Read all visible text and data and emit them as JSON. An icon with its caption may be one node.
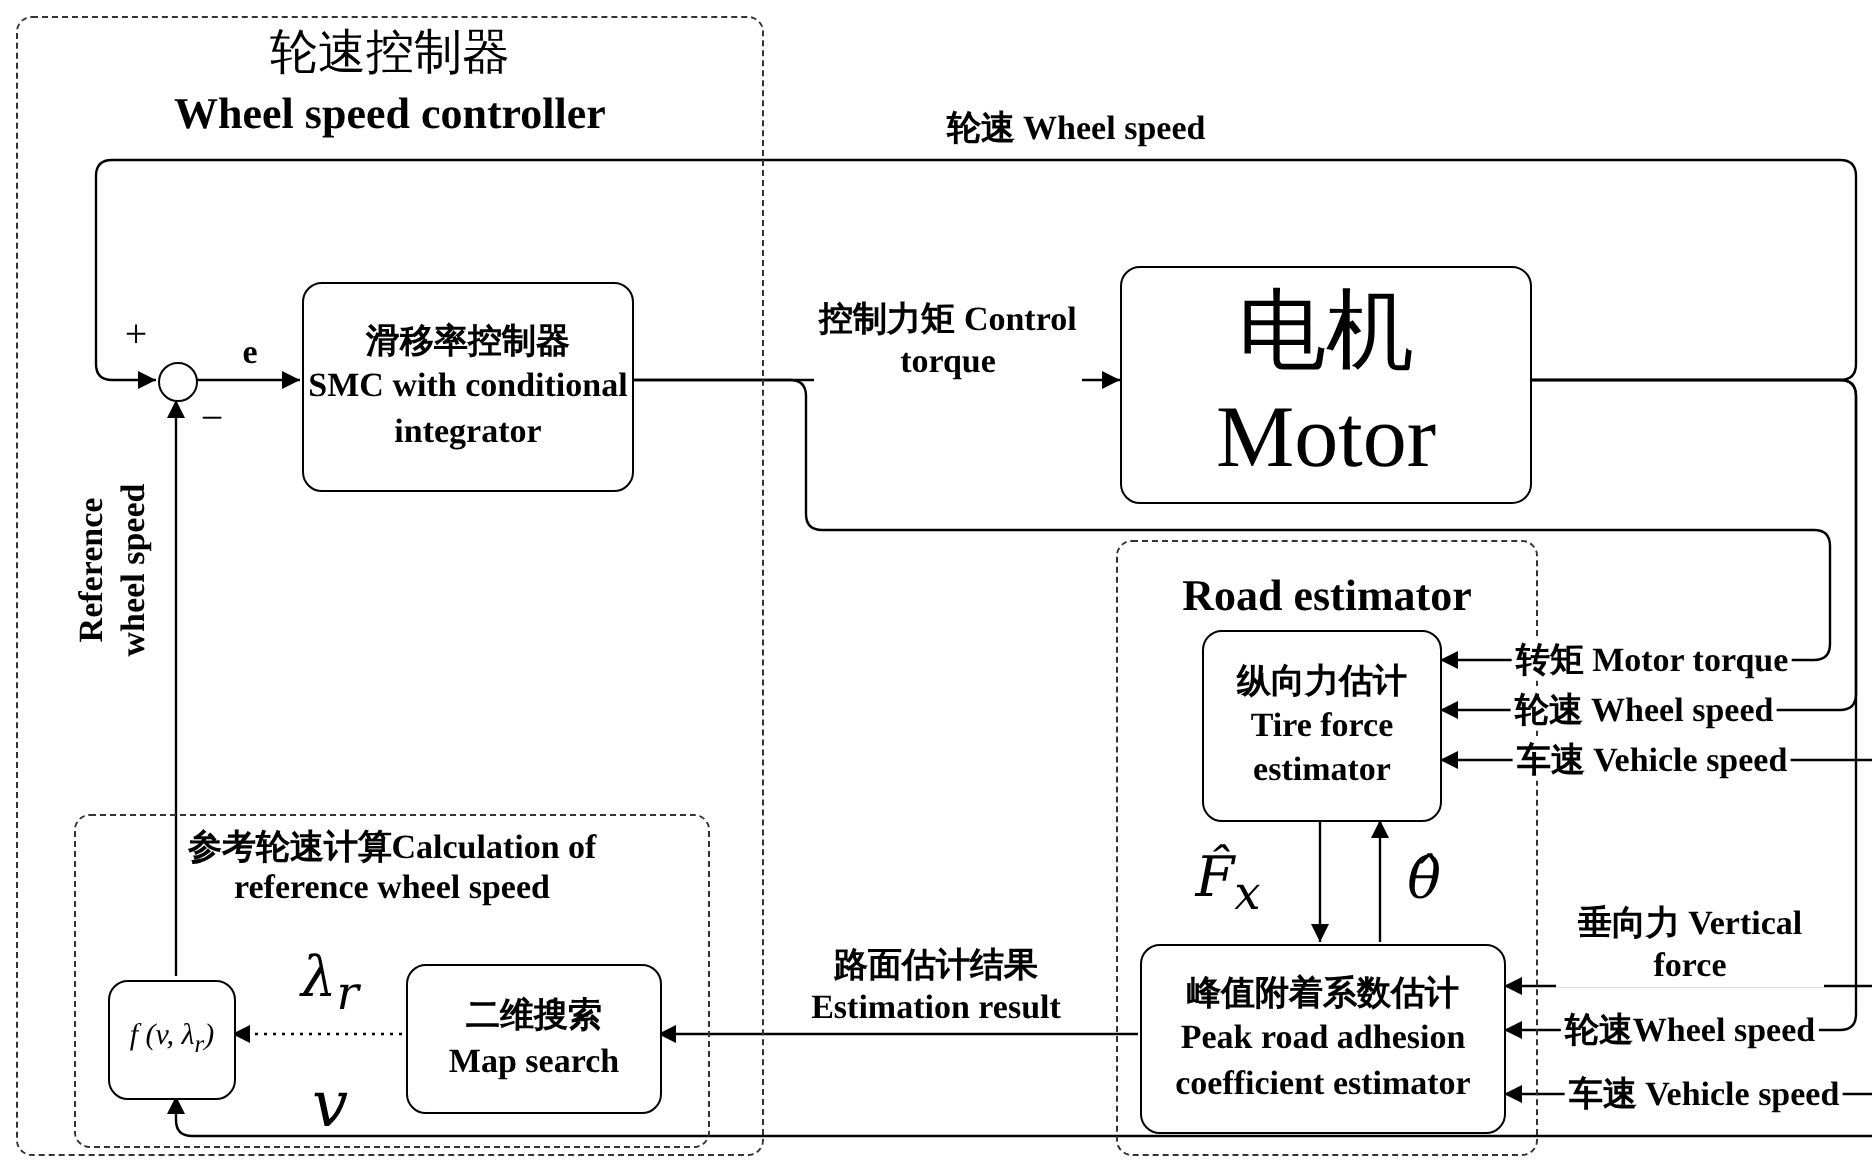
{
  "diagram": {
    "nodes": [
      {
        "text": [
          "轮速控制器",
          "Wheel speed controller"
        ]
      },
      {
        "text": [],
        "shape": "circle",
        "in": 0
      },
      {
        "text": [
          "滑移率控制器",
          "SMC with conditional integrator"
        ],
        "in": 0
      },
      {
        "text": [
          "参考轮速计算Calculation of reference wheel speed"
        ],
        "in": 0
      },
      {
        "text": [
          "f (v, λ$_{r}$)"
        ],
        "in": 3
      },
      {
        "text": [
          "二维搜索",
          "Map search"
        ],
        "in": 3
      },
      {
        "text": [
          "电机",
          "Motor"
        ]
      },
      {
        "text": [
          "Road estimator"
        ]
      },
      {
        "text": [
          "纵向力估计",
          "Tire force estimator"
        ],
        "in": 7
      },
      {
        "text": [
          "峰值附着系数估计",
          "Peak road adhesion coefficient estimator"
        ],
        "in": 7
      }
    ],
    "edges": [
      {
        "from": 1,
        "to": 2,
        "arrow": "to",
        "label": "e"
      },
      {
        "from": 2,
        "to": 6,
        "arrow": "to",
        "label": "控制力矩 Control torque"
      },
      {
        "from": 6,
        "to": 1,
        "arrow": "to",
        "label": "轮速 Wheel speed"
      },
      {
        "from": 4,
        "to": 1,
        "arrow": "to",
        "label": "Reference wheel speed"
      },
      {
        "from": 5,
        "to": 4,
        "arrow": "to",
        "label": "λ$_{r}$",
        "style": "dashed"
      },
      {
        "from": 9,
        "to": 5,
        "arrow": "to",
        "label": "路面估计结果 Estimation result"
      },
      {
        "from": 8,
        "to": 9,
        "arrow": "to",
        "label": "F̂$_{x}$"
      },
      {
        "from": 9,
        "to": 8,
        "arrow": "to",
        "label": "θ̂"
      },
      {
        "from": 2,
        "to": 8,
        "arrow": "to",
        "label": "转矩 Motor torque"
      },
      {
        "from": 6,
        "to": 8,
        "arrow": "to",
        "label": "轮速 Wheel speed"
      },
      {
        "from": null,
        "to": 8,
        "arrow": "to",
        "label": "车速 Vehicle speed"
      },
      {
        "from": null,
        "to": 9,
        "arrow": "to",
        "label": "垂向力 Vertical force"
      },
      {
        "from": 6,
        "to": 9,
        "arrow": "to",
        "label": "轮速Wheel speed"
      },
      {
        "from": null,
        "to": 9,
        "arrow": "to",
        "label": "车速 Vehicle speed"
      },
      {
        "from": null,
        "to": 4,
        "arrow": "to",
        "label": "v"
      }
    ],
    "labels": [
      "+",
      "−"
    ]
  }
}
